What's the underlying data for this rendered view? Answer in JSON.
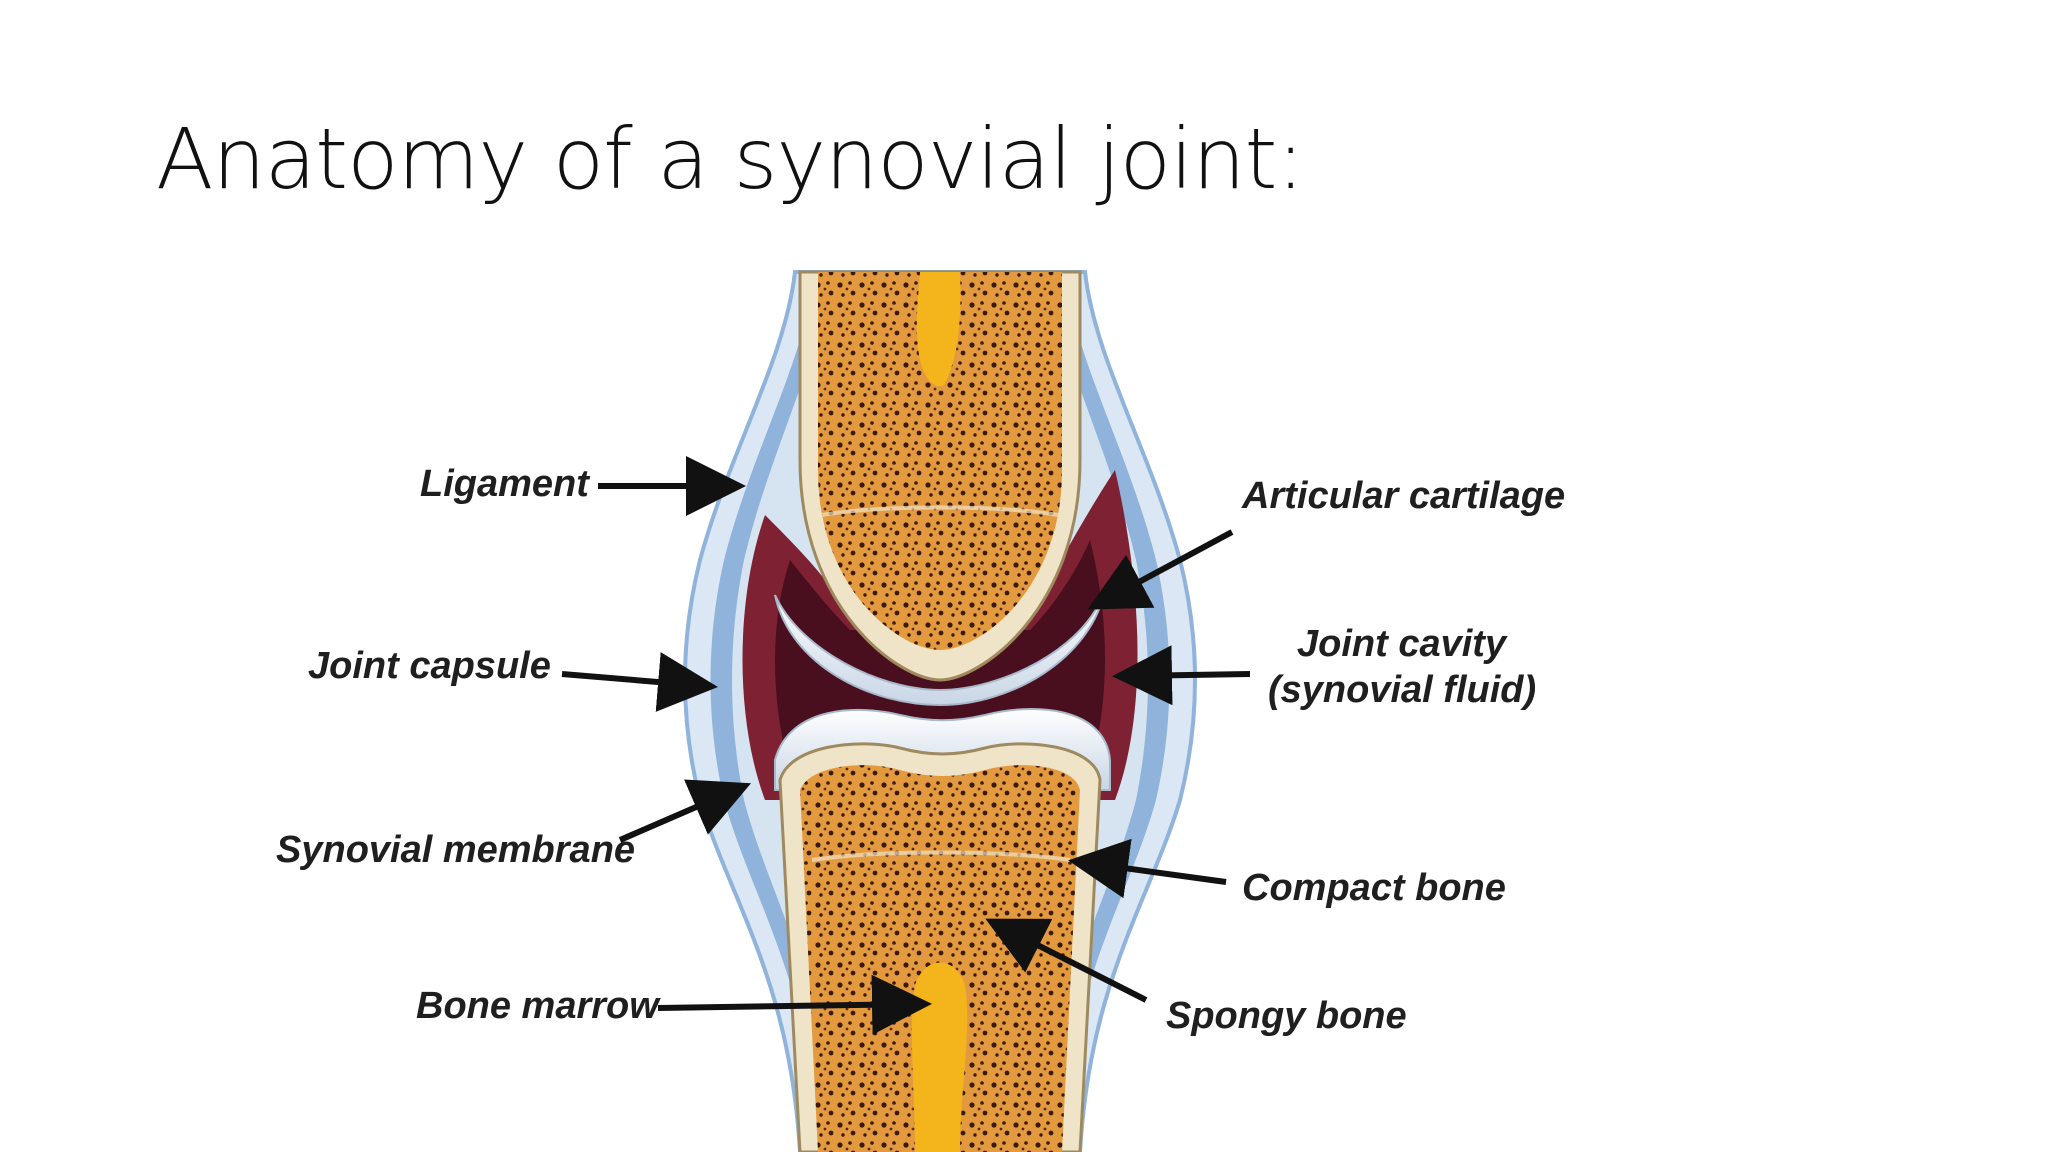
{
  "slide": {
    "title": "Anatomy of a synovial joint:"
  },
  "diagram": {
    "labels": {
      "ligament": "Ligament",
      "joint_capsule": "Joint capsule",
      "synovial_membrane": "Synovial membrane",
      "bone_marrow": "Bone marrow",
      "articular_cartilage": "Articular cartilage",
      "joint_cavity_line1": "Joint cavity",
      "joint_cavity_line2": "(synovial fluid)",
      "compact_bone": "Compact bone",
      "spongy_bone": "Spongy bone"
    },
    "colors": {
      "outer_tissue": "#dbe7f4",
      "ligament_blue": "#8fb3da",
      "membrane": "#7e2233",
      "cavity": "#4a0f1e",
      "compact_bone": "#efe3c8",
      "spongy_bone": "#e39a3f",
      "marrow": "#f4b41c",
      "cartilage": "#e6eef8"
    }
  }
}
